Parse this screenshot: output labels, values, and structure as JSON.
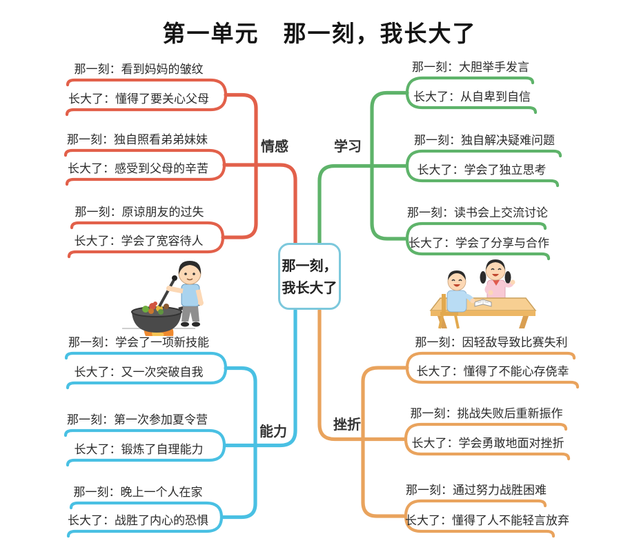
{
  "title": "第一单元　那一刻，我长大了",
  "center": {
    "line1": "那一刻，",
    "line2": "我长大了",
    "border_color": "#7cc8dc"
  },
  "branches": [
    {
      "id": "emotion",
      "label": "情感",
      "color": "#e2604a",
      "nodes": [
        {
          "moment": "那一刻：看到妈妈的皱纹",
          "growth": "长大了：懂得了要关心父母"
        },
        {
          "moment": "那一刻：独自照看弟弟妹妹",
          "growth": "长大了：感受到父母的辛苦"
        },
        {
          "moment": "那一刻：原谅朋友的过失",
          "growth": "长大了：学会了宽容待人"
        }
      ]
    },
    {
      "id": "study",
      "label": "学习",
      "color": "#5eb36a",
      "nodes": [
        {
          "moment": "那一刻：大胆举手发言",
          "growth": "长大了：从自卑到自信"
        },
        {
          "moment": "那一刻：独自解决疑难问题",
          "growth": "长大了：学会了独立思考"
        },
        {
          "moment": "那一刻：读书会上交流讨论",
          "growth": "长大了：学会了分享与合作"
        }
      ]
    },
    {
      "id": "ability",
      "label": "能力",
      "color": "#49c0e3",
      "nodes": [
        {
          "moment": "那一刻：学会了一项新技能",
          "growth": "长大了：又一次突破自我"
        },
        {
          "moment": "那一刻：第一次参加夏令营",
          "growth": "长大了：锻炼了自理能力"
        },
        {
          "moment": "那一刻：晚上一个人在家",
          "growth": "长大了：战胜了内心的恐惧"
        }
      ]
    },
    {
      "id": "setback",
      "label": "挫折",
      "color": "#e9a35d",
      "nodes": [
        {
          "moment": "那一刻：因轻敌导致比赛失利",
          "growth": "长大了：懂得了不能心存侥幸"
        },
        {
          "moment": "那一刻：挑战失败后重新振作",
          "growth": "长大了：学会勇敢地面对挫折"
        },
        {
          "moment": "那一刻：通过努力战胜困难",
          "growth": "长大了：懂得了人不能轻言放弃"
        }
      ]
    }
  ],
  "illustrations": [
    {
      "name": "boy-cooking",
      "description": "男孩在锅前炒菜"
    },
    {
      "name": "classmates-discussing",
      "description": "同学在课桌前交流讨论"
    }
  ]
}
